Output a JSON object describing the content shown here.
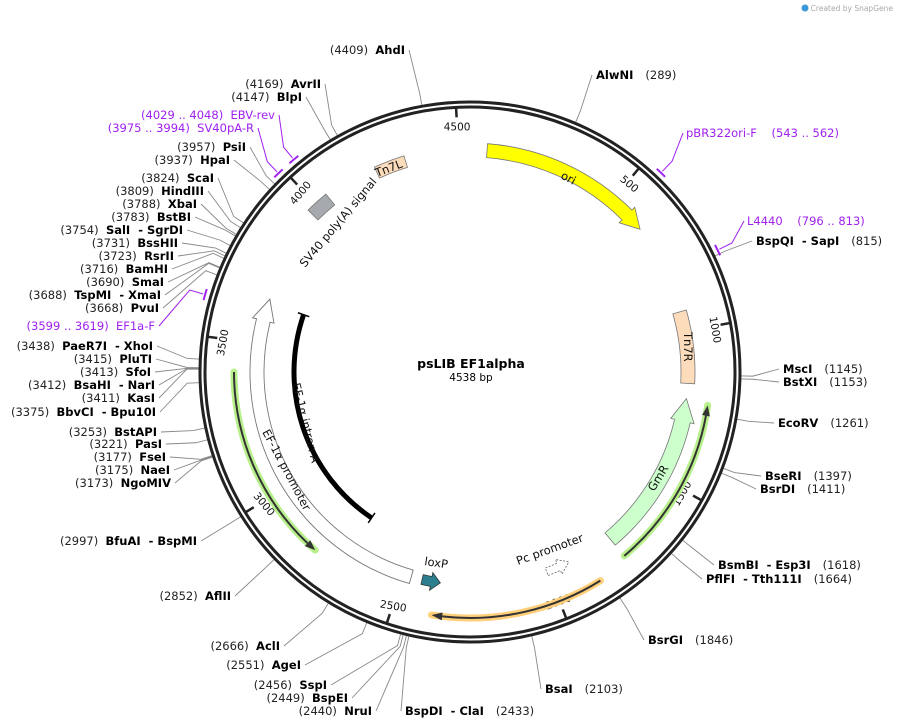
{
  "watermark": "Created by SnapGene",
  "plasmid": {
    "name": "psLIB EF1alpha",
    "length": "4538 bp",
    "total_bp": 4538
  },
  "ticks": [
    "500",
    "1000",
    "1500",
    "2000",
    "2500",
    "3000",
    "3500",
    "4000",
    "4500"
  ],
  "features": {
    "ori": "ori",
    "tn7l": "Tn7L",
    "sv40": "SV40 poly(A) signal",
    "tn7r": "Tn7R",
    "gmr": "GmR",
    "pc": "Pc promoter",
    "loxp": "loxP",
    "ef_promoter": "EF-1α promoter",
    "ef_intron": "EF-1α intron A"
  },
  "primers": [
    {
      "range": "(543 .. 562)",
      "name": "pBR322ori-F",
      "bp": 552
    },
    {
      "range": "(796 .. 813)",
      "name": "L4440",
      "bp": 804
    },
    {
      "range": "(4029 .. 4048)",
      "name": "EBV-rev",
      "bp": 4038
    },
    {
      "range": "(3975 .. 3994)",
      "name": "SV40pA-R",
      "bp": 3984
    },
    {
      "range": "(3599 .. 3619)",
      "name": "EF1a-F",
      "bp": 3609
    }
  ],
  "sites": [
    {
      "pos": "(289)",
      "name": "AlwNI",
      "bp": 289
    },
    {
      "pos": "(815)",
      "name": "BspQI  - SapI",
      "bp": 815
    },
    {
      "pos": "(1145)",
      "name": "MscI",
      "bp": 1145
    },
    {
      "pos": "(1153)",
      "name": "BstXI",
      "bp": 1153
    },
    {
      "pos": "(1261)",
      "name": "EcoRV",
      "bp": 1261
    },
    {
      "pos": "(1397)",
      "name": "BseRI",
      "bp": 1397
    },
    {
      "pos": "(1411)",
      "name": "BsrDI",
      "bp": 1411
    },
    {
      "pos": "(1618)",
      "name": "BsmBI  - Esp3I",
      "bp": 1618
    },
    {
      "pos": "(1664)",
      "name": "PflFI  - Tth111I",
      "bp": 1664
    },
    {
      "pos": "(1846)",
      "name": "BsrGI",
      "bp": 1846
    },
    {
      "pos": "(2103)",
      "name": "BsaI",
      "bp": 2103
    },
    {
      "pos": "(2433)",
      "name": "BspDI  - ClaI",
      "bp": 2433
    },
    {
      "pos": "(2440)",
      "name": "NruI",
      "bp": 2440
    },
    {
      "pos": "(2449)",
      "name": "BspEI",
      "bp": 2449
    },
    {
      "pos": "(2456)",
      "name": "SspI",
      "bp": 2456
    },
    {
      "pos": "(2551)",
      "name": "AgeI",
      "bp": 2551
    },
    {
      "pos": "(2666)",
      "name": "AclI",
      "bp": 2666
    },
    {
      "pos": "(2852)",
      "name": "AflII",
      "bp": 2852
    },
    {
      "pos": "(2997)",
      "name": "BfuAI  - BspMI",
      "bp": 2997
    },
    {
      "pos": "(3173)",
      "name": "NgoMIV",
      "bp": 3173
    },
    {
      "pos": "(3175)",
      "name": "NaeI",
      "bp": 3175
    },
    {
      "pos": "(3177)",
      "name": "FseI",
      "bp": 3177
    },
    {
      "pos": "(3221)",
      "name": "PasI",
      "bp": 3221
    },
    {
      "pos": "(3253)",
      "name": "BstAPI",
      "bp": 3253
    },
    {
      "pos": "(3375)",
      "name": "BbvCI  - Bpu10I",
      "bp": 3375
    },
    {
      "pos": "(3411)",
      "name": "KasI",
      "bp": 3411
    },
    {
      "pos": "(3412)",
      "name": "BsaHI  - NarI",
      "bp": 3412
    },
    {
      "pos": "(3413)",
      "name": "SfoI",
      "bp": 3413
    },
    {
      "pos": "(3415)",
      "name": "PluTI",
      "bp": 3415
    },
    {
      "pos": "(3438)",
      "name": "PaeR7I  - XhoI",
      "bp": 3438
    },
    {
      "pos": "(3668)",
      "name": "PvuI",
      "bp": 3668
    },
    {
      "pos": "(3688)",
      "name": "TspMI  - XmaI",
      "bp": 3688
    },
    {
      "pos": "(3690)",
      "name": "SmaI",
      "bp": 3690
    },
    {
      "pos": "(3716)",
      "name": "BamHI",
      "bp": 3716
    },
    {
      "pos": "(3723)",
      "name": "RsrII",
      "bp": 3723
    },
    {
      "pos": "(3731)",
      "name": "BssHII",
      "bp": 3731
    },
    {
      "pos": "(3754)",
      "name": "SalI  - SgrDI",
      "bp": 3754
    },
    {
      "pos": "(3783)",
      "name": "BstBI",
      "bp": 3783
    },
    {
      "pos": "(3788)",
      "name": "XbaI",
      "bp": 3788
    },
    {
      "pos": "(3809)",
      "name": "HindIII",
      "bp": 3809
    },
    {
      "pos": "(3824)",
      "name": "ScaI",
      "bp": 3824
    },
    {
      "pos": "(3937)",
      "name": "HpaI",
      "bp": 3937
    },
    {
      "pos": "(3957)",
      "name": "PsiI",
      "bp": 3957
    },
    {
      "pos": "(4147)",
      "name": "BlpI",
      "bp": 4147
    },
    {
      "pos": "(4169)",
      "name": "AvrII",
      "bp": 4169
    },
    {
      "pos": "(4409)",
      "name": "AhdI",
      "bp": 4409
    }
  ],
  "colors": {
    "ori": "#ffff00",
    "tn7": "#fddcbc",
    "sv40": "#a6aaae",
    "gmr": "#ccffcc",
    "loxp": "#2b7f8e",
    "primer": "#a020f0",
    "green_glow": "#b8f08c",
    "orange_glow": "#ffcf7a"
  }
}
